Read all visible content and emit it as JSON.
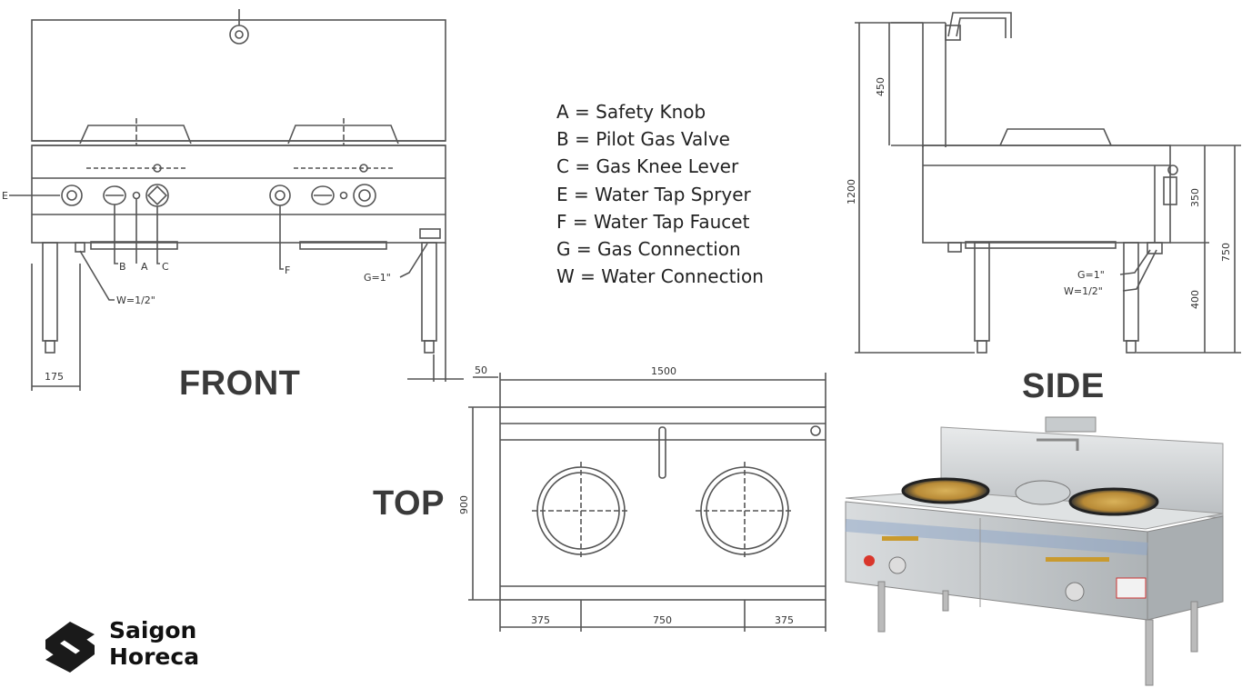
{
  "titles": {
    "front": "FRONT",
    "side": "SIDE",
    "top": "TOP"
  },
  "legend": [
    "A = Safety Knob",
    "B = Pilot Gas Valve",
    "C = Gas Knee Lever",
    "E = Water Tap Spryer",
    "F = Water Tap Faucet",
    "G = Gas Connection",
    "W = Water Connection"
  ],
  "front_labels": {
    "e": "E",
    "b": "B",
    "a": "A",
    "c": "C",
    "f": "F",
    "g": "G=1\"",
    "w": "W=1/2\"",
    "leg_offset": "175",
    "side_offset": "50"
  },
  "side_labels": {
    "h450": "450",
    "h1200": "1200",
    "h350": "350",
    "h750": "750",
    "h400": "400",
    "g": "G=1\"",
    "w": "W=1/2\""
  },
  "top_labels": {
    "width": "1500",
    "depth": "900",
    "left": "375",
    "middle": "750",
    "right": "375"
  },
  "brand": {
    "line1": "Saigon",
    "line2": "Horeca"
  },
  "colors": {
    "line": "#555555",
    "title": "#3a3a3a",
    "steel": "#cfd2d4"
  }
}
